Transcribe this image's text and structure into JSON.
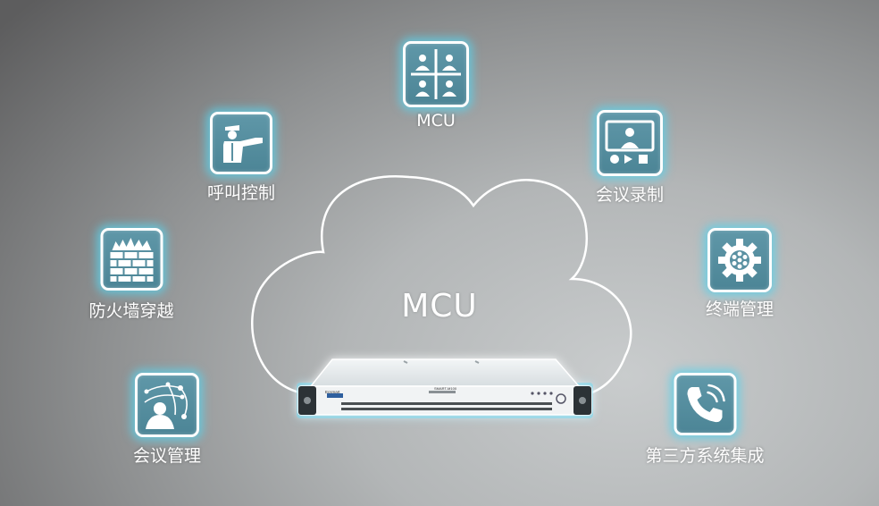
{
  "center": {
    "title": "MCU",
    "device_brand": "Ecsmart",
    "device_model": "SMART-M100"
  },
  "features": [
    {
      "id": "mcu",
      "label": "MCU",
      "icon": "video-grid-icon"
    },
    {
      "id": "call-control",
      "label": "呼叫控制",
      "icon": "traffic-police-icon"
    },
    {
      "id": "recording",
      "label": "会议录制",
      "icon": "recording-screen-icon"
    },
    {
      "id": "firewall",
      "label": "防火墙穿越",
      "icon": "firewall-icon"
    },
    {
      "id": "terminal",
      "label": "终端管理",
      "icon": "gear-icon"
    },
    {
      "id": "management",
      "label": "会议管理",
      "icon": "network-person-icon"
    },
    {
      "id": "integration",
      "label": "第三方系统集成",
      "icon": "phone-icon"
    }
  ],
  "colors": {
    "icon_fill": "#5a91a2",
    "glow": "#5ad2eb",
    "text": "#ffffff"
  }
}
